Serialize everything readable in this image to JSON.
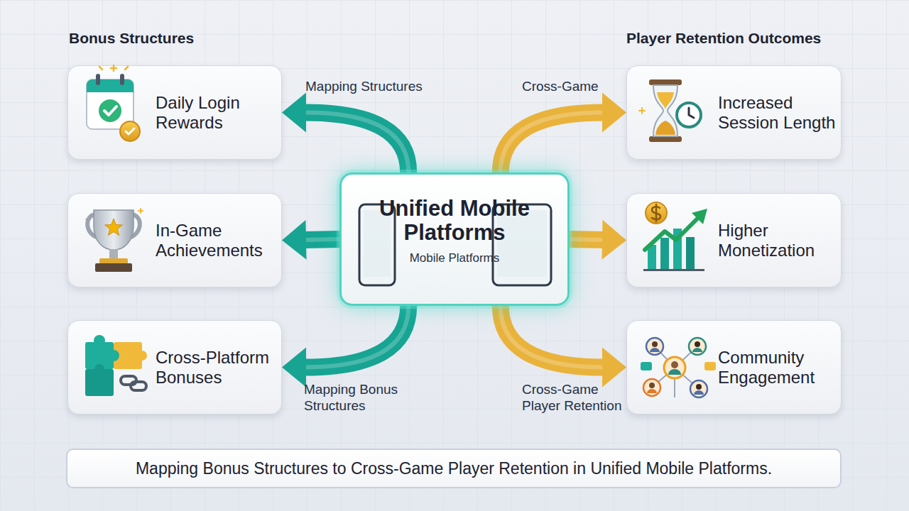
{
  "diagram": {
    "caption": "Mapping Bonus Structures to Cross-Game Player Retention in Unified Mobile Platforms.",
    "nodes": [
      {
        "text": [
          "Daily Login Rewards"
        ]
      },
      {
        "text": [
          "In-Game Achievements"
        ]
      },
      {
        "text": [
          "Cross-Platform Bonuses"
        ]
      },
      {
        "text": [
          "Unified Mobile Platforms",
          "Mobile Platforms"
        ]
      },
      {
        "text": [
          "Increased Session Length"
        ]
      },
      {
        "text": [
          "Higher Monetization"
        ]
      },
      {
        "text": [
          "Community Engagement"
        ]
      }
    ],
    "edges": [
      {
        "from": 3,
        "to": 0,
        "arrow": "to",
        "label": "Mapping Structures"
      },
      {
        "from": 3,
        "to": 1,
        "arrow": "to"
      },
      {
        "from": 3,
        "to": 2,
        "arrow": "to",
        "label": "Mapping Bonus Structures"
      },
      {
        "from": 3,
        "to": 4,
        "arrow": "to",
        "label": "Cross-Game"
      },
      {
        "from": 3,
        "to": 5,
        "arrow": "to"
      },
      {
        "from": 3,
        "to": 6,
        "arrow": "to",
        "label": "Cross-Game Player Retention"
      }
    ],
    "labels": [
      "Bonus Structures",
      "Player Retention Outcomes"
    ]
  }
}
